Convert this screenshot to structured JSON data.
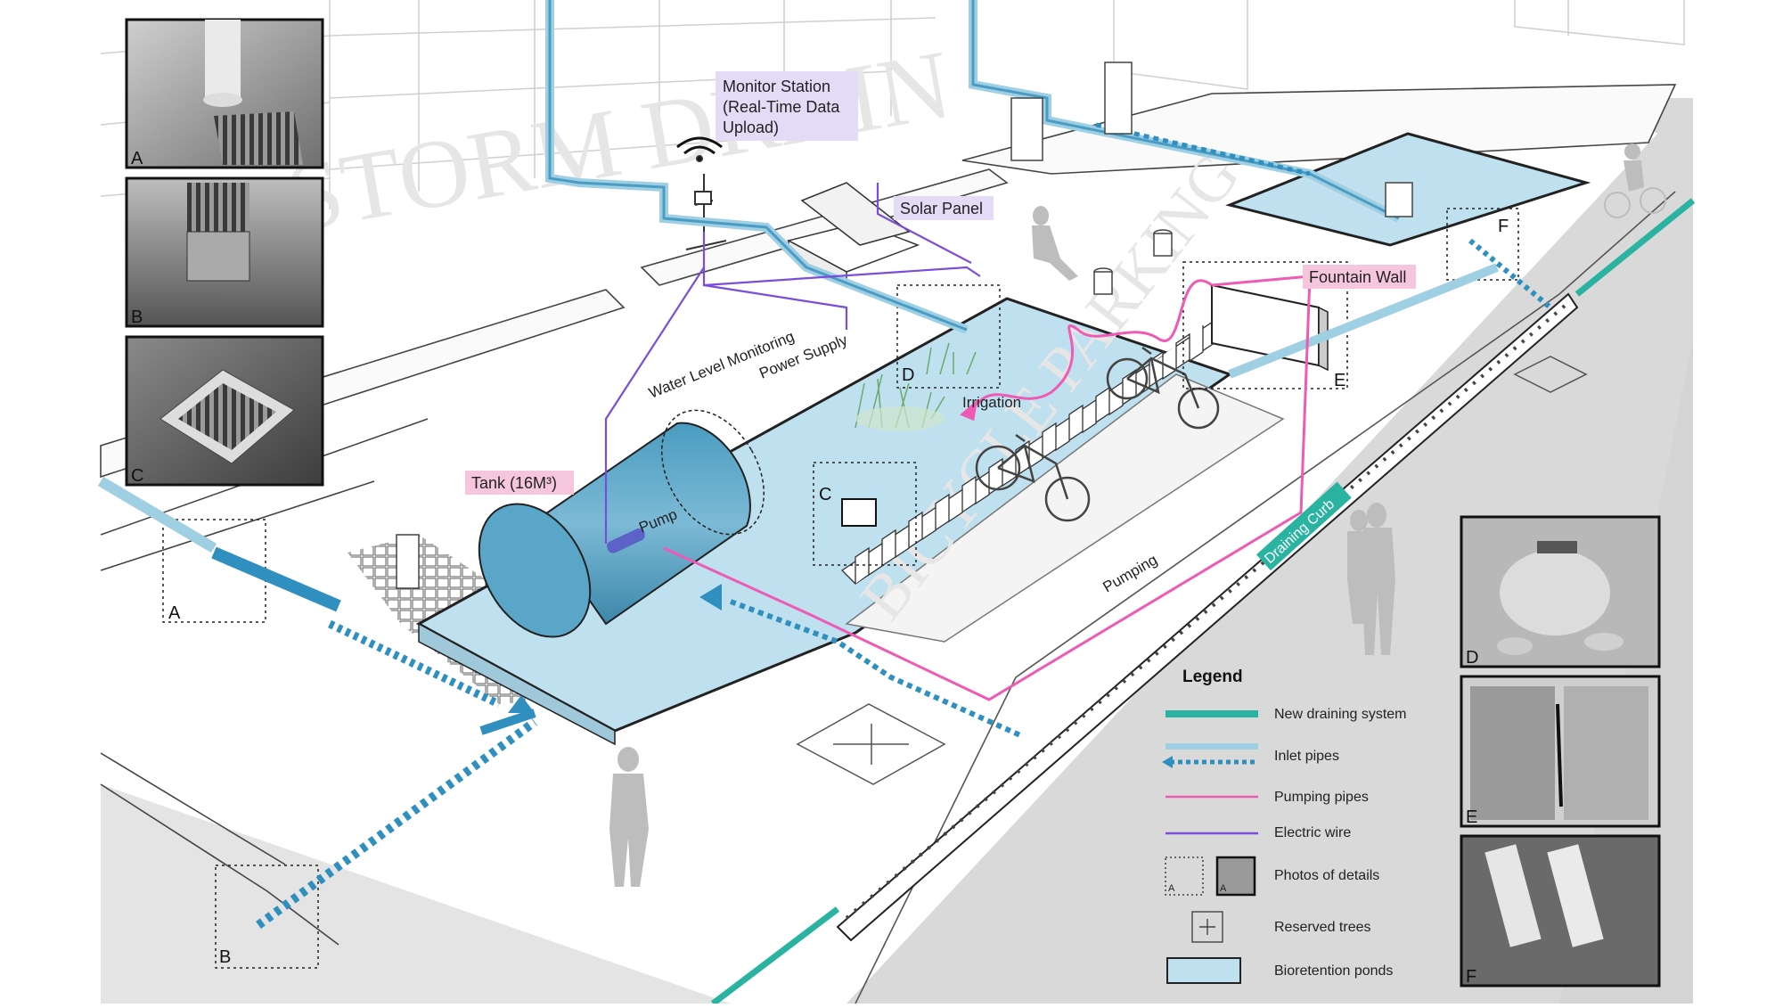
{
  "labels": {
    "monitor_station": [
      "Monitor Station",
      "(Real-Time Data",
      "Upload)"
    ],
    "solar_panel": "Solar Panel",
    "fountain_wall": "Fountain Wall",
    "tank": "Tank (16M³)",
    "pump": "Pump",
    "water_level_monitoring": "Water Level Monitoring",
    "power_supply": "Power Supply",
    "irrigation": "Irrigation",
    "pumping": "Pumping",
    "draining_curb": "Draining Curb",
    "bicycle_parking": "BICYCLE PARKING",
    "storm_drain": "STORM DRAIN",
    "detail_a": "A",
    "detail_b": "B",
    "detail_c": "C",
    "detail_d": "D",
    "detail_e": "E",
    "detail_f": "F"
  },
  "photos_left": [
    {
      "letter": "A",
      "subject": "downpipe-grate"
    },
    {
      "letter": "B",
      "subject": "curb-inlet"
    },
    {
      "letter": "C",
      "subject": "grass-drain-grate"
    }
  ],
  "photos_right": [
    {
      "letter": "D",
      "subject": "stone-outlet"
    },
    {
      "letter": "E",
      "subject": "fountain-wall-slot"
    },
    {
      "letter": "F",
      "subject": "inlet-pipes"
    }
  ],
  "legend": {
    "title": "Legend",
    "items": [
      {
        "label": "New draining system",
        "symbol": "teal-line"
      },
      {
        "label": "Inlet pipes",
        "symbol": "blue-dashed-arrow"
      },
      {
        "label": "Pumping pipes",
        "symbol": "pink-line"
      },
      {
        "label": "Electric wire",
        "symbol": "purple-line"
      },
      {
        "label": "Photos of details",
        "symbol": "dotted-and-grey-box"
      },
      {
        "label": "Reserved trees",
        "symbol": "cross-square"
      },
      {
        "label": "Bioretention ponds",
        "symbol": "light-blue-box"
      }
    ],
    "photo_symbol_letter": "A"
  },
  "colors": {
    "pond": "#bfe0ee",
    "inlet": "#2f8fbf",
    "inlet_light": "#9fcfe3",
    "pumping": "#ee5ab4",
    "electric": "#7b4ddb",
    "draining": "#2ab3a0",
    "label_pink": "#f6c6dd",
    "label_lavender": "#e4dcf7",
    "ground": "#e2e2e2"
  }
}
